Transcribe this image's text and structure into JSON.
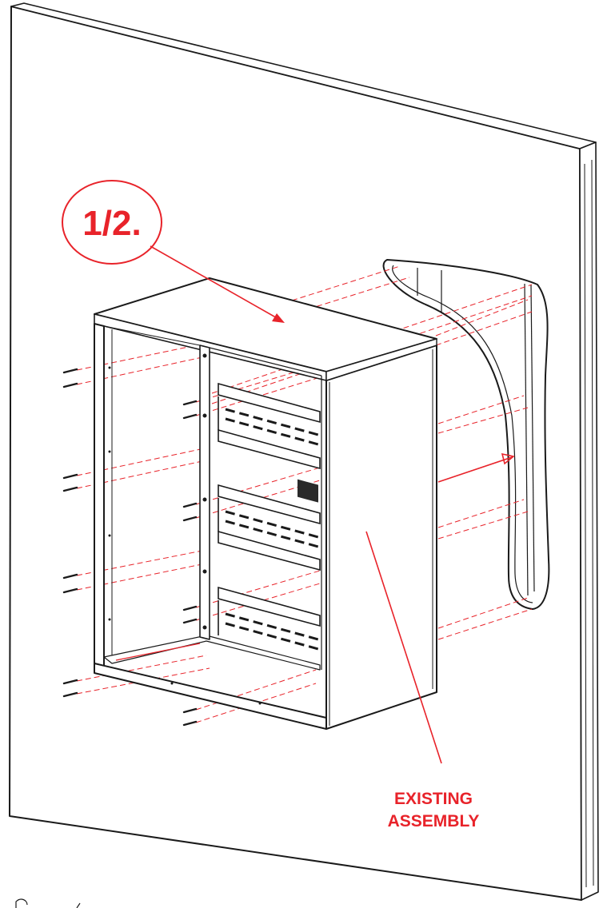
{
  "diagram": {
    "step_label": "1/2.",
    "callout_label_line1": "EXISTING",
    "callout_label_line2": "ASSEMBLY",
    "colors": {
      "line": "#1a1a1a",
      "accent": "#e8232a",
      "background": "#ffffff"
    }
  }
}
